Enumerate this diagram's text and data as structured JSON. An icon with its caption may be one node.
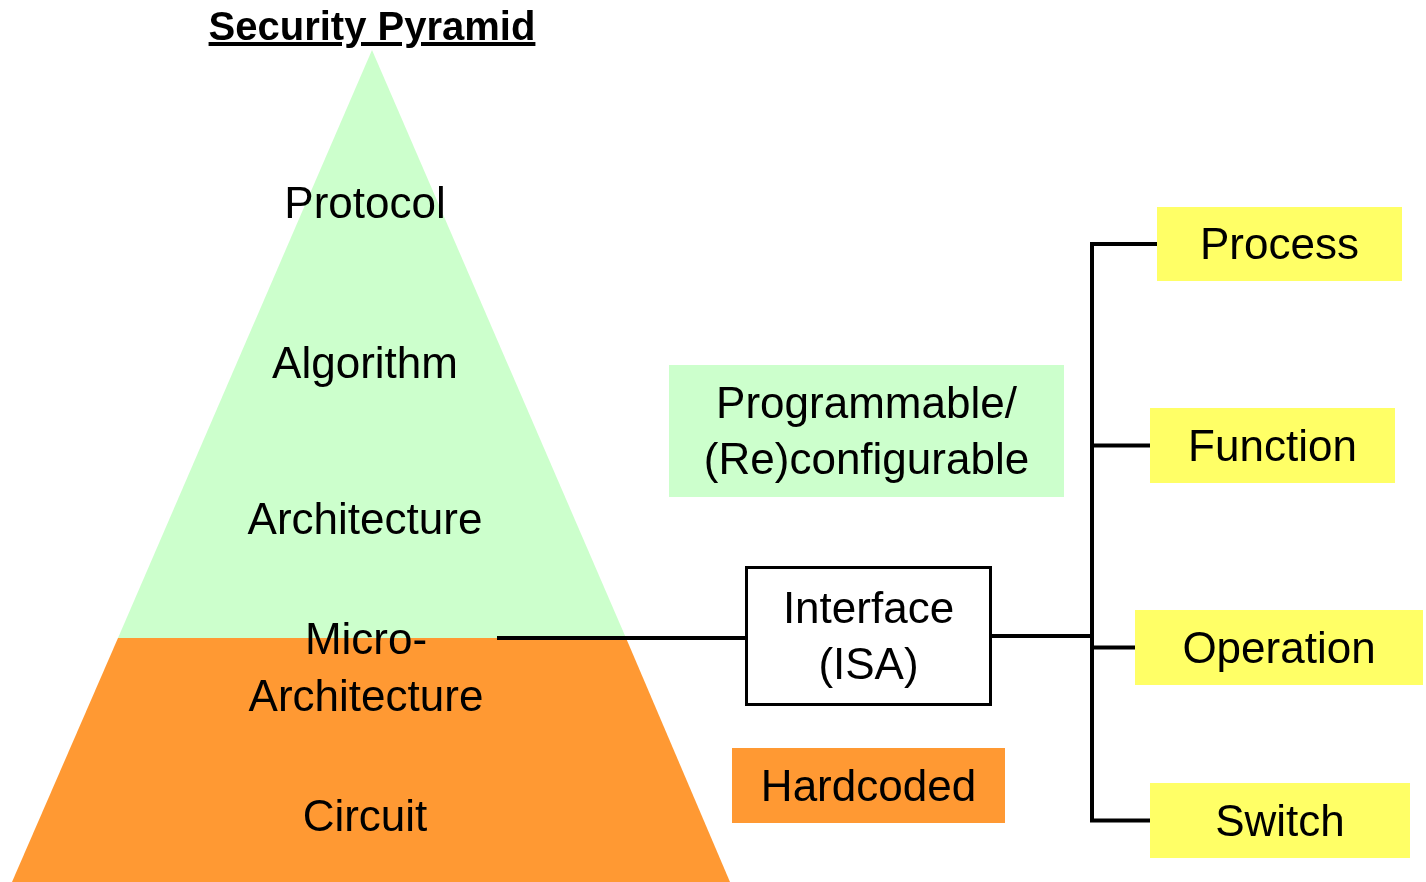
{
  "diagram": {
    "title": "Security Pyramid",
    "nodes": [
      {
        "text": [
          "Protocol",
          "Algorithm",
          "Architecture"
        ]
      },
      {
        "text": [
          "Circuit"
        ]
      },
      {
        "text": [
          "Micro- Architecture"
        ]
      },
      {
        "text": [
          "Programmable/ (Re)configurable"
        ]
      },
      {
        "text": [
          "Interface (ISA)"
        ]
      },
      {
        "text": [
          "Hardcoded"
        ]
      },
      {
        "text": [
          "Process"
        ]
      },
      {
        "text": [
          "Function"
        ]
      },
      {
        "text": [
          "Operation"
        ]
      },
      {
        "text": [
          "Switch"
        ]
      }
    ],
    "edges": [
      {
        "from": 2,
        "to": 4,
        "arrow": "none"
      },
      {
        "from": 4,
        "to": 6,
        "arrow": "none"
      },
      {
        "from": 4,
        "to": 7,
        "arrow": "none"
      },
      {
        "from": 4,
        "to": 8,
        "arrow": "none"
      },
      {
        "from": 4,
        "to": 9,
        "arrow": "none"
      }
    ]
  }
}
